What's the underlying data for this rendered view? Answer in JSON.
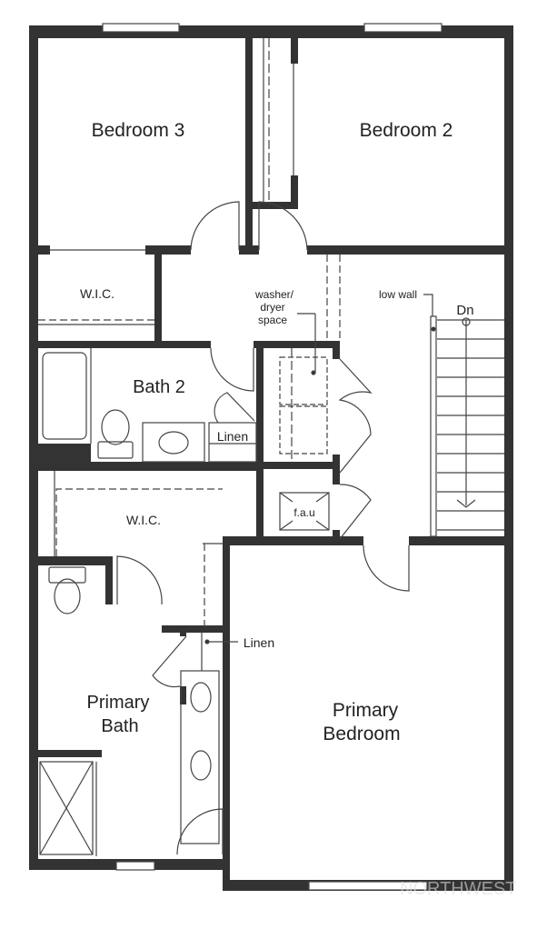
{
  "rooms": {
    "bedroom3": "Bedroom 3",
    "bedroom2": "Bedroom 2",
    "wic_upper": "W.I.C.",
    "bath2": "Bath 2",
    "linen_upper": "Linen",
    "washer_line1": "washer/",
    "washer_line2": "dryer",
    "washer_line3": "space",
    "low_wall": "low wall",
    "stairs_dn": "Dn",
    "fau": "f.a.u",
    "wic_lower": "W.I.C.",
    "linen_lower": "Linen",
    "primary_bath_line1": "Primary",
    "primary_bath_line2": "Bath",
    "primary_bedroom_line1": "Primary",
    "primary_bedroom_line2": "Bedroom"
  },
  "watermark": "NORTHWEST",
  "colors": {
    "wall": "#333333",
    "line": "#444444"
  }
}
